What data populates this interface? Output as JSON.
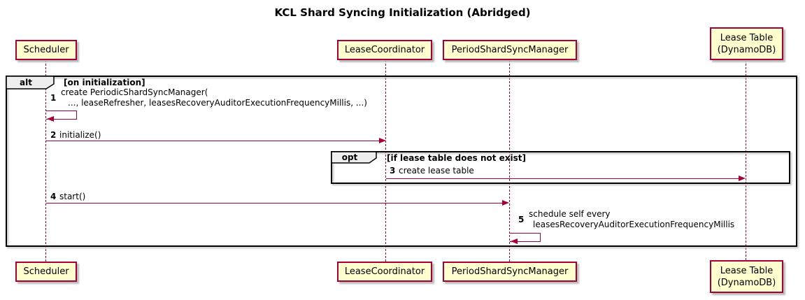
{
  "title": "KCL Shard Syncing Initialization (Abridged)",
  "participants": {
    "scheduler": "Scheduler",
    "lease_coordinator": "LeaseCoordinator",
    "period_shard_sync_manager": "PeriodShardSyncManager",
    "lease_table_line1": "Lease Table",
    "lease_table_line2": "(DynamoDB)"
  },
  "frames": {
    "alt": {
      "label": "alt",
      "guard": "[on initialization]"
    },
    "opt": {
      "label": "opt",
      "guard": "[if lease table does not exist]"
    }
  },
  "messages": {
    "m1": {
      "num": "1",
      "line1": "create PeriodicShardSyncManager(",
      "line2": "..., leaseRefresher, leasesRecoveryAuditorExecutionFrequencyMillis, ...)"
    },
    "m2": {
      "num": "2",
      "text": "initialize()"
    },
    "m3": {
      "num": "3",
      "text": "create lease table"
    },
    "m4": {
      "num": "4",
      "text": "start()"
    },
    "m5": {
      "num": "5",
      "line1": "schedule self every",
      "line2": "leasesRecoveryAuditorExecutionFrequencyMillis"
    }
  },
  "colors": {
    "accent": "#A80036",
    "participant_fill": "#FEFECE",
    "frame_label_fill": "#EEEEEE",
    "frame_border": "#000000"
  }
}
